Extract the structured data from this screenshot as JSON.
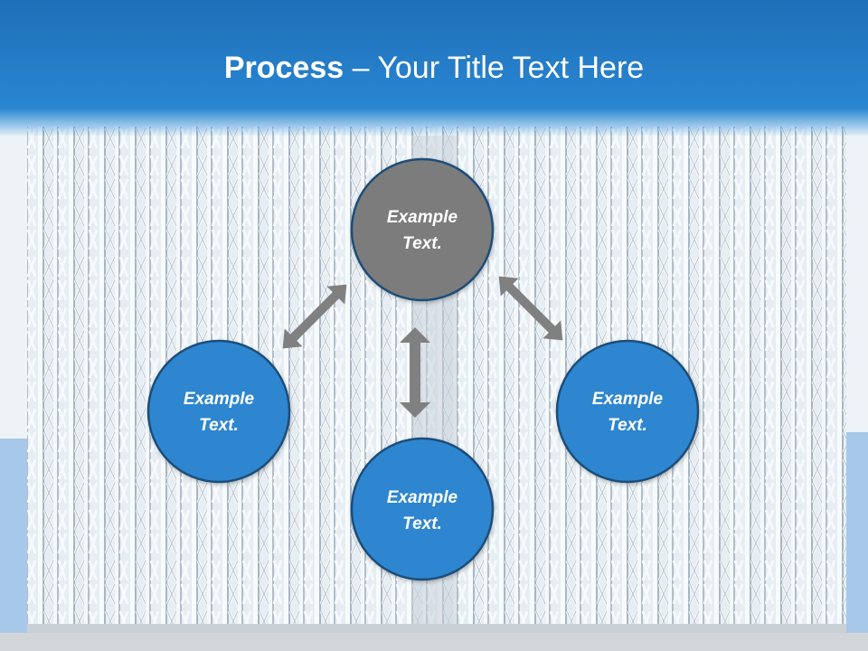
{
  "slide": {
    "title_bold": "Process",
    "title_separator": " – ",
    "title_rest": "Your Title Text Here"
  },
  "diagram": {
    "nodes": [
      {
        "id": "center",
        "line1": "Example",
        "line2": "Text.",
        "fill": "#7b7b7b"
      },
      {
        "id": "left",
        "line1": "Example",
        "line2": "Text.",
        "fill": "#2e86d0"
      },
      {
        "id": "bottom",
        "line1": "Example",
        "line2": "Text.",
        "fill": "#2e86d0"
      },
      {
        "id": "right",
        "line1": "Example",
        "line2": "Text.",
        "fill": "#2e86d0"
      }
    ],
    "arrow_color": "#808080",
    "node_border_color": "#1f4e79"
  }
}
